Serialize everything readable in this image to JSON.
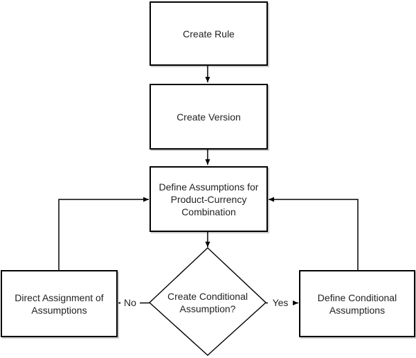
{
  "diagram": {
    "type": "flowchart",
    "nodes": [
      {
        "id": "create-rule",
        "shape": "rectangle",
        "label": "Create Rule"
      },
      {
        "id": "create-version",
        "shape": "rectangle",
        "label": "Create Version"
      },
      {
        "id": "define-assumptions",
        "shape": "rectangle",
        "label": "Define Assumptions for Product-Currency Combination"
      },
      {
        "id": "decision",
        "shape": "diamond",
        "label": "Create Conditional Assumption?"
      },
      {
        "id": "direct-assignment",
        "shape": "rectangle",
        "label": "Direct Assignment of Assumptions"
      },
      {
        "id": "define-conditional",
        "shape": "rectangle",
        "label": "Define Conditional Assumptions"
      }
    ],
    "edges": [
      {
        "from": "create-rule",
        "to": "create-version",
        "label": ""
      },
      {
        "from": "create-version",
        "to": "define-assumptions",
        "label": ""
      },
      {
        "from": "define-assumptions",
        "to": "decision",
        "label": ""
      },
      {
        "from": "decision",
        "to": "direct-assignment",
        "label": "No"
      },
      {
        "from": "decision",
        "to": "define-conditional",
        "label": "Yes"
      },
      {
        "from": "direct-assignment",
        "to": "define-assumptions",
        "label": ""
      },
      {
        "from": "define-conditional",
        "to": "define-assumptions",
        "label": ""
      }
    ],
    "colors": {
      "background": "#ffffff",
      "node_fill": "#ffffff",
      "node_border": "#000000",
      "node_shadow": "#cccccc",
      "connector": "#000000",
      "text": "#1f1f1f"
    }
  }
}
